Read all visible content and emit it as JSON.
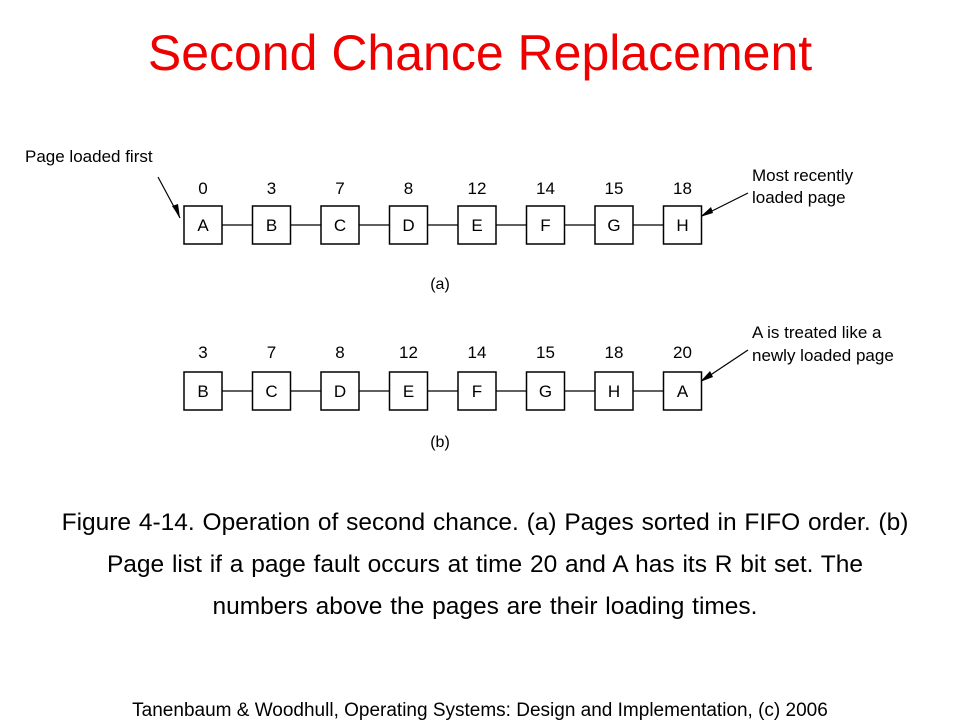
{
  "slide": {
    "title": "Second Chance Replacement",
    "credit": "Tanenbaum & Woodhull, Operating Systems: Design and Implementation, (c) 2006"
  },
  "diagram": {
    "panel_a": {
      "label": "(a)",
      "left_callout": "Page loaded first",
      "right_callout": [
        "Most recently",
        "loaded page"
      ],
      "pages": [
        {
          "name": "A",
          "time": "0"
        },
        {
          "name": "B",
          "time": "3"
        },
        {
          "name": "C",
          "time": "7"
        },
        {
          "name": "D",
          "time": "8"
        },
        {
          "name": "E",
          "time": "12"
        },
        {
          "name": "F",
          "time": "14"
        },
        {
          "name": "G",
          "time": "15"
        },
        {
          "name": "H",
          "time": "18"
        }
      ]
    },
    "panel_b": {
      "label": "(b)",
      "right_callout": [
        "A is treated like a",
        "newly loaded page"
      ],
      "pages": [
        {
          "name": "B",
          "time": "3"
        },
        {
          "name": "C",
          "time": "7"
        },
        {
          "name": "D",
          "time": "8"
        },
        {
          "name": "E",
          "time": "12"
        },
        {
          "name": "F",
          "time": "14"
        },
        {
          "name": "G",
          "time": "15"
        },
        {
          "name": "H",
          "time": "18"
        },
        {
          "name": "A",
          "time": "20"
        }
      ]
    }
  },
  "caption": "Figure 4-14. Operation of second chance. (a) Pages sorted in FIFO order. (b) Page list if a page fault occurs at time 20 and A has its R bit set. The numbers above the pages are their loading times."
}
